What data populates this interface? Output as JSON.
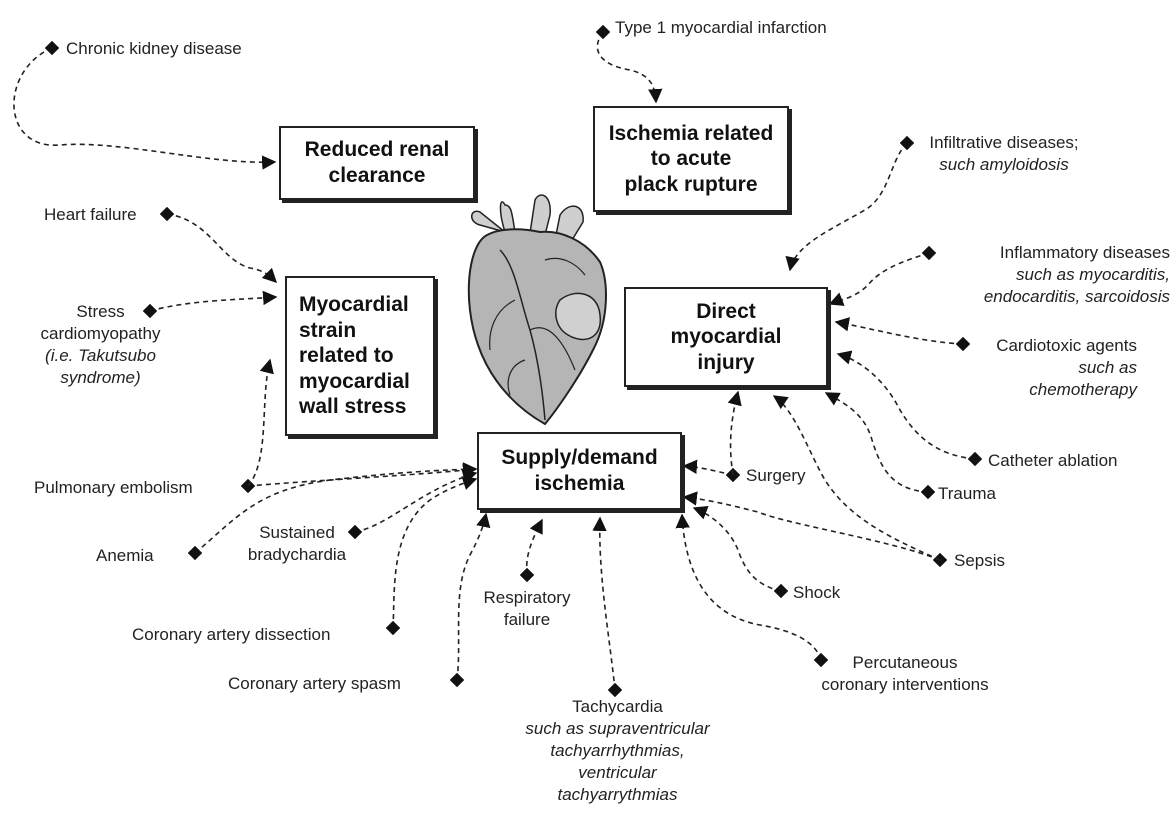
{
  "boxes": {
    "renal": [
      "Reduced renal",
      "clearance"
    ],
    "ischemia_rupture": [
      "Ischemia related",
      "to acute",
      "plack rupture"
    ],
    "strain": [
      "Myocardial",
      "strain",
      "related to",
      "myocardial",
      "wall stress"
    ],
    "direct": [
      "Direct",
      "myocardial",
      "injury"
    ],
    "supply": [
      "Supply/demand",
      "ischemia"
    ]
  },
  "causes": {
    "ckd": "Chronic kidney disease",
    "type1_mi": "Type 1 myocardial infarction",
    "infiltrative": [
      "Infiltrative diseases;",
      "such amyloidosis"
    ],
    "inflammatory": [
      "Inflammatory diseases",
      "such as myocarditis,",
      "endocarditis, sarcoidosis"
    ],
    "cardiotoxic": [
      "Cardiotoxic agents",
      "such as",
      "chemotherapy"
    ],
    "catheter": "Catheter ablation",
    "trauma": "Trauma",
    "sepsis": "Sepsis",
    "surgery": "Surgery",
    "shock": "Shock",
    "pci": [
      "Percutaneous",
      "coronary interventions"
    ],
    "tachycardia": [
      "Tachycardia",
      "such as supraventricular",
      "tachyarrhythmias,",
      "ventricular",
      "tachyarrythmias"
    ],
    "respiratory": [
      "Respiratory",
      "failure"
    ],
    "coronary_spasm": "Coronary artery spasm",
    "coronary_dissection": "Coronary artery dissection",
    "bradycardia": [
      "Sustained",
      "bradychardia"
    ],
    "anemia": "Anemia",
    "pe": "Pulmonary embolism",
    "stress": [
      "Stress",
      "cardiomyopathy",
      "(i.e. Takutsubo",
      "syndrome)"
    ],
    "heart_failure": "Heart failure"
  }
}
